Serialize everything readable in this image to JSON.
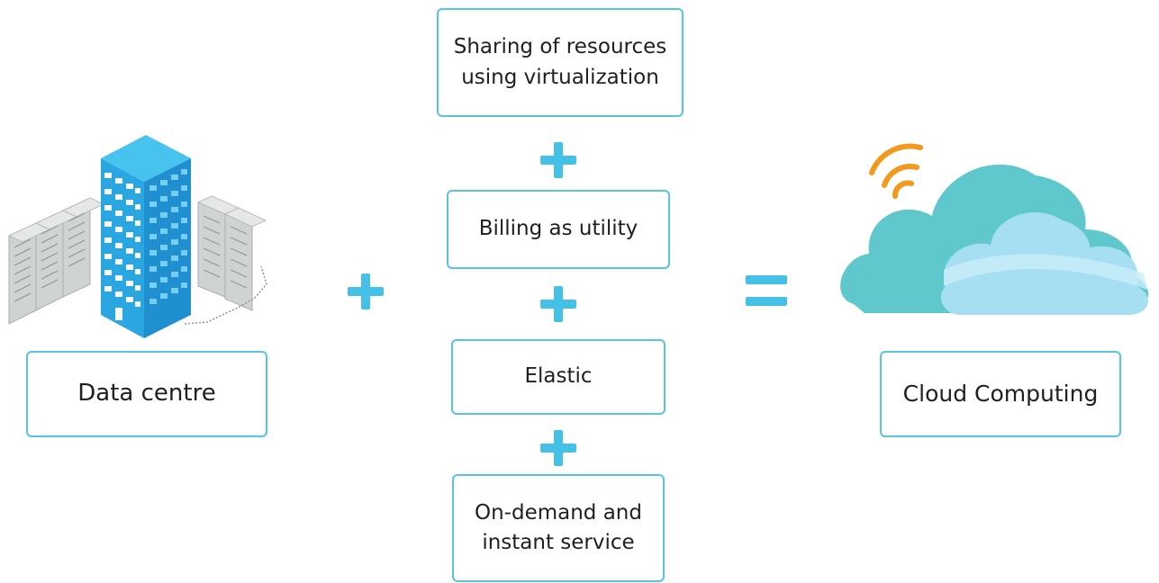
{
  "left": {
    "label": "Data centre",
    "icon": "data-centre-icon"
  },
  "middle": {
    "items": [
      {
        "label": "Sharing of resources\nusing virtualization"
      },
      {
        "label": "Billing as utility"
      },
      {
        "label": "Elastic"
      },
      {
        "label": "On-demand and\ninstant service"
      }
    ]
  },
  "right": {
    "label": "Cloud Computing",
    "icon": "cloud-icon"
  },
  "colors": {
    "accent": "#45c0e6",
    "border": "#56c4e2",
    "building": "#2fa9e0",
    "cloud": "#5ec8cc",
    "signal": "#f39a1e"
  }
}
